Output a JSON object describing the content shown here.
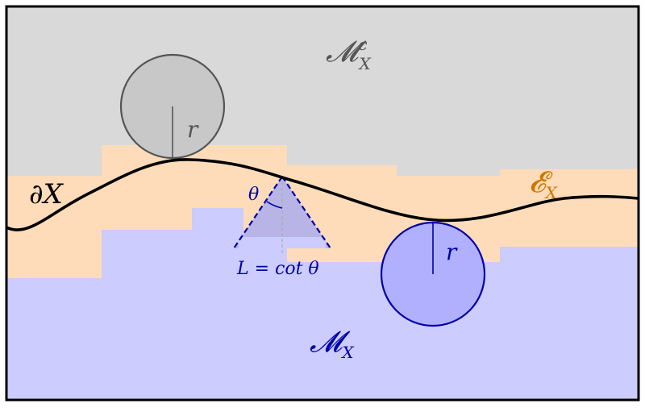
{
  "labels": {
    "complement_region": "𝓜",
    "complement_sup": "c",
    "complement_sub": "X",
    "region": "𝓜",
    "region_sub": "X",
    "boundary_prefix": "∂",
    "boundary_var": "X",
    "error_region": "𝓔",
    "error_sub": "X",
    "radius_top": "r",
    "radius_bottom": "r",
    "angle": "θ",
    "cone_length": "L = cot θ"
  },
  "colors": {
    "complement_fill": "#d9d9d9",
    "region_fill": "#ccccff",
    "error_fill": "#fedcb9",
    "boundary": "#000000",
    "top_ball_stroke": "#555555",
    "top_ball_fill": "#c8c8c8",
    "bottom_ball_stroke": "#0000aa",
    "bottom_ball_fill": "#b0b0ff",
    "cone_stroke": "#0000aa",
    "cone_fill": "#b9b4e6",
    "error_label": "#cc7700",
    "region_label": "#0000aa",
    "complement_label": "#555555"
  }
}
